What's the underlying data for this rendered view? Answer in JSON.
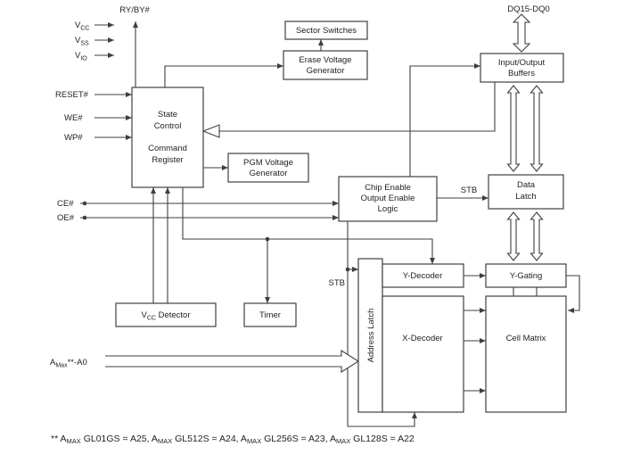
{
  "diagram": {
    "signals": {
      "ryby": "RY/BY#",
      "vcc": {
        "base": "V",
        "sub": "CC"
      },
      "vss": {
        "base": "V",
        "sub": "SS"
      },
      "vio": {
        "base": "V",
        "sub": "IO"
      },
      "reset": "RESET#",
      "we": "WE#",
      "wp": "WP#",
      "ce": "CE#",
      "oe": "OE#",
      "dq": "DQ15-DQ0",
      "stb": "STB",
      "amax": {
        "base": "A",
        "sub": "Max",
        "rest": "**-A0"
      }
    },
    "blocks": {
      "state_control": {
        "line1": "State",
        "line2": "Control",
        "line3": "Command",
        "line4": "Register"
      },
      "sector_switches": {
        "line1": "Sector Switches"
      },
      "erase_voltage_generator": {
        "line1": "Erase Voltage",
        "line2": "Generator"
      },
      "io_buffers": {
        "line1": "Input/Output",
        "line2": "Buffers"
      },
      "pgm_voltage_generator": {
        "line1": "PGM Voltage",
        "line2": "Generator"
      },
      "chip_enable_logic": {
        "line1": "Chip Enable",
        "line2": "Output Enable",
        "line3": "Logic"
      },
      "data_latch": {
        "line1": "Data",
        "line2": "Latch"
      },
      "address_latch": {
        "label": "Address Latch"
      },
      "y_decoder": {
        "label": "Y-Decoder"
      },
      "x_decoder": {
        "label": "X-Decoder"
      },
      "y_gating": {
        "label": "Y-Gating"
      },
      "cell_matrix": {
        "label": "Cell Matrix"
      },
      "vcc_detector": {
        "base": "V",
        "sub": "CC",
        "rest": " Detector"
      },
      "timer": {
        "label": "Timer"
      }
    },
    "footnote": {
      "p1": "** A",
      "s1": "MAX",
      "p2": " GL01GS = A25, A",
      "s2": "MAX",
      "p3": " GL512S = A24, A",
      "s3": "MAX",
      "p4": " GL256S = A23, A",
      "s4": "MAX",
      "p5": " GL128S = A22"
    },
    "colors": {
      "line": "#3f3f3f",
      "text": "#1f1f1f",
      "block_fill": "#ffffff",
      "background": "#ffffff"
    }
  }
}
